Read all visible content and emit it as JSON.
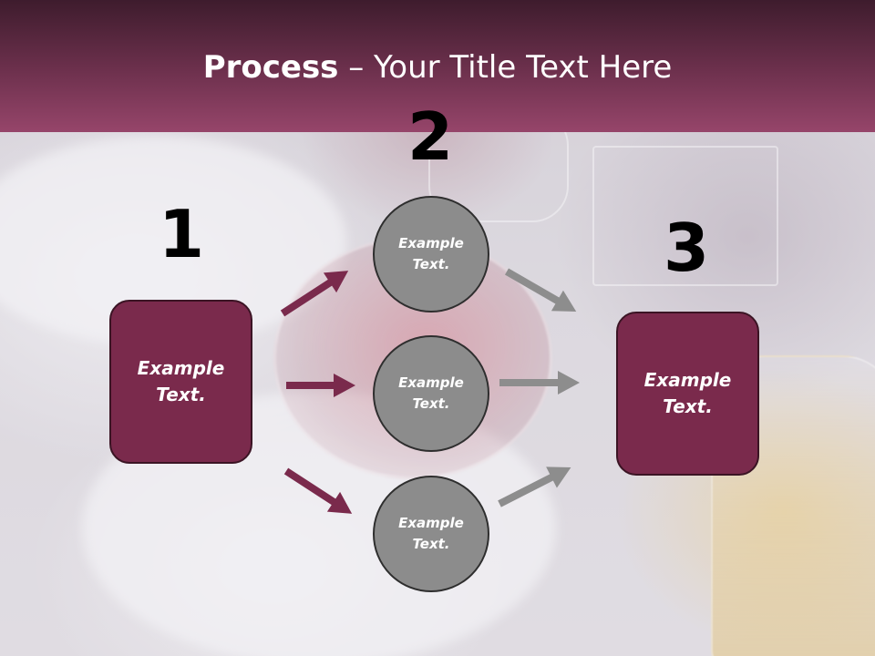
{
  "slide": {
    "title_bold": "Process",
    "title_rest": " – Your Title Text Here"
  },
  "numbers": [
    "1",
    "2",
    "3"
  ],
  "left_box": {
    "text_line1": "Example",
    "text_line2": "Text."
  },
  "right_box": {
    "text_line1": "Example",
    "text_line2": "Text."
  },
  "circles": [
    {
      "text_line1": "Example",
      "text_line2": "Text."
    },
    {
      "text_line1": "Example",
      "text_line2": "Text."
    },
    {
      "text_line1": "Example",
      "text_line2": "Text."
    }
  ],
  "colors": {
    "title_bar": "#6a2f4b",
    "box_fill": "#7a2a4c",
    "circle_fill": "#8c8c8c",
    "arrow_left": "#7a2a4c",
    "arrow_right": "#8d8d8d"
  }
}
